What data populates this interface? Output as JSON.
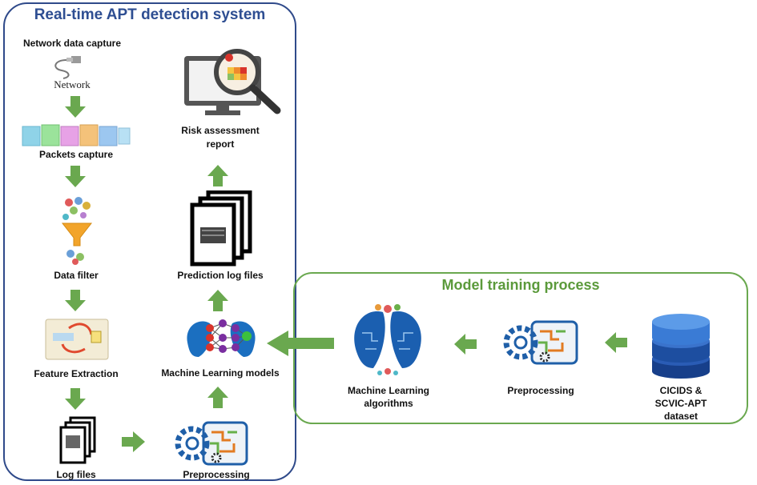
{
  "left_panel": {
    "title": "Real-time APT detection system"
  },
  "right_panel": {
    "title": "Model training process"
  },
  "nodes": {
    "network_capture": "Network data capture",
    "network_icon_text": "Network",
    "packets_capture": "Packets capture",
    "data_filter": "Data filter",
    "feature_extraction": "Feature Extraction",
    "log_files": "Log files",
    "preprocessing_left": "Preprocessing",
    "ml_models": "Machine Learning models",
    "prediction_logs": "Prediction log files",
    "risk_report_line1": "Risk assessment",
    "risk_report_line2": "report",
    "ml_algorithms_line1": "Machine Learning",
    "ml_algorithms_line2": "algorithms",
    "preprocessing_right": "Preprocessing",
    "dataset_line1": "CICIDS &",
    "dataset_line2": "SCVIC-APT",
    "dataset_line3": "dataset"
  },
  "colors": {
    "left_border": "#2f4a8a",
    "right_border": "#6aa84f",
    "arrow": "#6aa84f",
    "database": "#1f4fa8"
  }
}
